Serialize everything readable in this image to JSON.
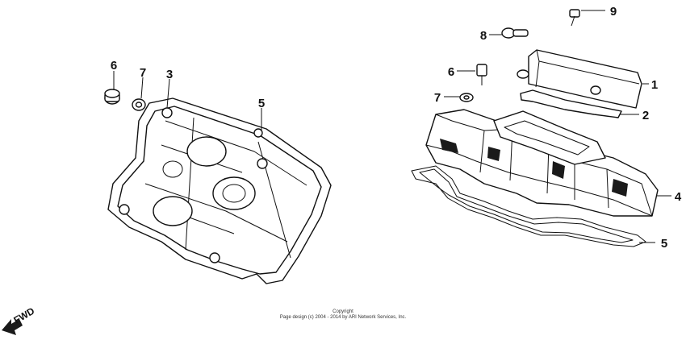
{
  "callouts": {
    "left_6": "6",
    "left_7": "7",
    "left_3": "3",
    "left_5": "5",
    "right_9": "9",
    "right_8": "8",
    "right_6": "6",
    "right_7": "7",
    "right_1": "1",
    "right_2": "2",
    "right_4": "4",
    "right_5": "5"
  },
  "fwd_label": "FWD",
  "copyright": {
    "line1": "Copyright",
    "line2": "Page design (c) 2004 - 2014 by ARI Network Services, Inc."
  }
}
